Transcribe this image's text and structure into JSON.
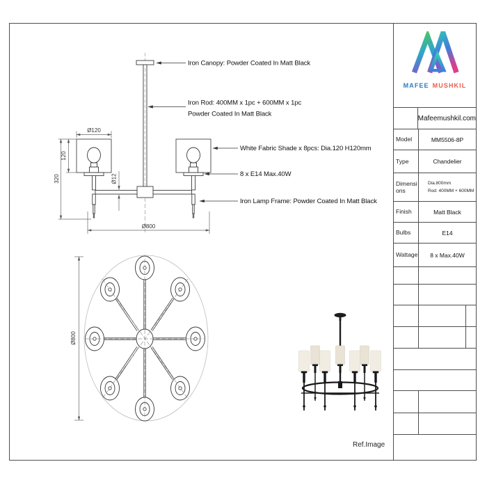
{
  "brand": {
    "name_primary": "MAFEE",
    "name_secondary": "MUSHKIL",
    "website": "Mafeemushkil.com",
    "colors": {
      "blue": "#2e7cc0",
      "coral": "#ee5a4b",
      "teal": "#35c8b5",
      "green": "#4dc16b",
      "violet": "#7c5ccb",
      "magenta": "#d6408f"
    }
  },
  "spec_table": {
    "rows": [
      {
        "label": "Model",
        "value": "MM5506-8P"
      },
      {
        "label": "Type",
        "value": "Chandelier"
      },
      {
        "label": "Dimensions",
        "value_line1": "Dia.800mm",
        "value_line2": "Rod: 400MM + 600MM"
      },
      {
        "label": "Finish",
        "value": "Matt Black"
      },
      {
        "label": "Bulbs",
        "value": "E14"
      },
      {
        "label": "Wattage",
        "value": "8 x Max.40W"
      }
    ]
  },
  "side_view": {
    "annotations": {
      "canopy": "Iron Canopy: Powder Coated In Matt Black",
      "rod_line1": "Iron Rod: 400MM x 1pc + 600MM x 1pc",
      "rod_line2": "Powder Coated In Matt Black",
      "shade": "White Fabric Shade x 8pcs: Dia.120 H120mm",
      "bulb": "8 x E14 Max.40W",
      "lamp_frame": "Iron Lamp Frame: Powder Coated In Matt Black"
    },
    "dimensions": {
      "shade_diameter": "Ø120",
      "shade_height": "120",
      "body_height": "320",
      "arm_diameter": "Ø12",
      "overall_diameter": "Ø800"
    }
  },
  "top_view": {
    "dimensions": {
      "overall_diameter": "Ø800"
    }
  },
  "footer": {
    "ref_image_label": "Ref.Image"
  }
}
